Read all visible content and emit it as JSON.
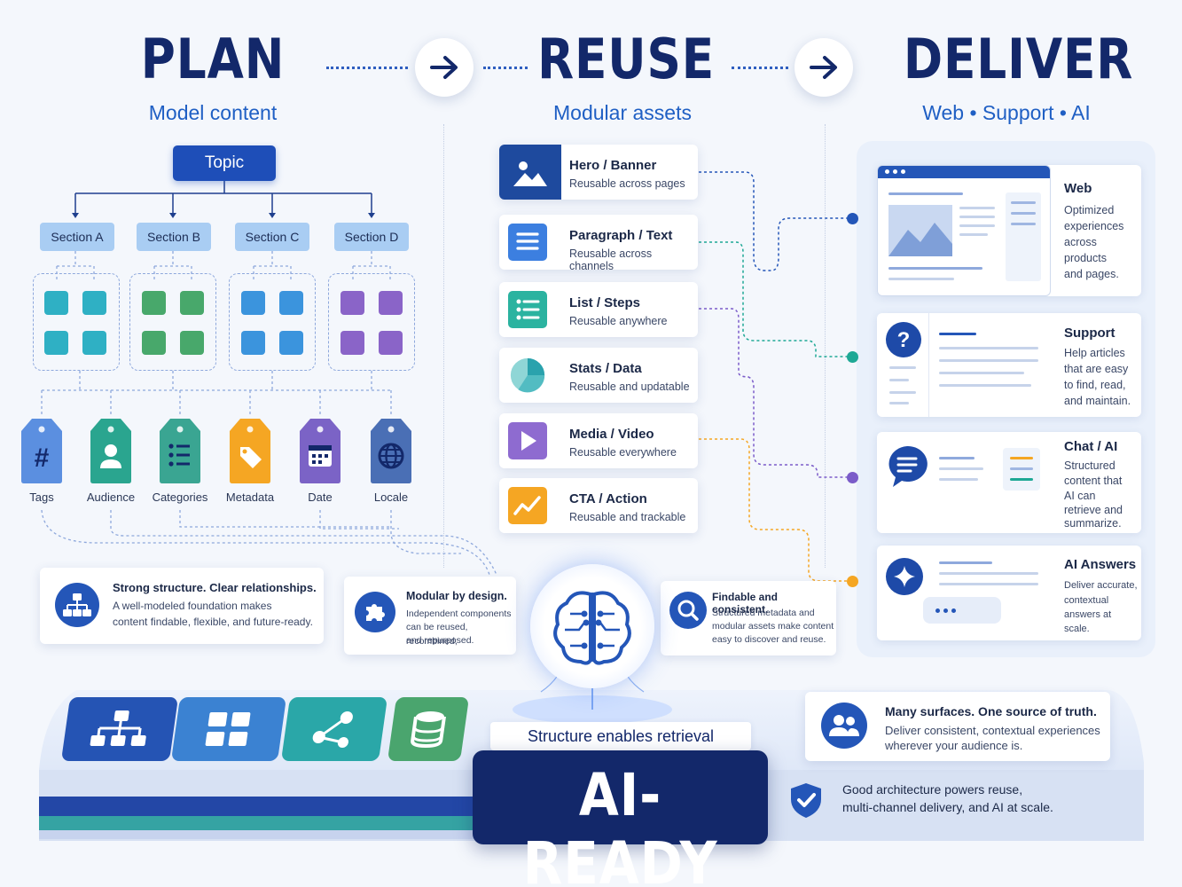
{
  "stages": {
    "plan": {
      "title": "PLAN",
      "subtitle": "Model content"
    },
    "reuse": {
      "title": "REUSE",
      "subtitle": "Modular assets"
    },
    "deliver": {
      "title": "DELIVER",
      "subtitle": "Web • Support • AI"
    }
  },
  "plan": {
    "topic": "Topic",
    "sections": [
      "Section A",
      "Section B",
      "Section C",
      "Section D"
    ],
    "tags": [
      {
        "label": "Tags",
        "color": "#5b8fe0",
        "icon": "hash-icon"
      },
      {
        "label": "Audience",
        "color": "#2aa58f",
        "icon": "person-icon"
      },
      {
        "label": "Categories",
        "color": "#3aa592",
        "icon": "list-icon"
      },
      {
        "label": "Metadata",
        "color": "#f5a623",
        "icon": "price-tag-icon"
      },
      {
        "label": "Date",
        "color": "#7b63c6",
        "icon": "calendar-icon"
      },
      {
        "label": "Locale",
        "color": "#4a6fb5",
        "icon": "globe-icon"
      }
    ],
    "cluster_colors": [
      "#2fb0c4",
      "#48a86b",
      "#3b94dd",
      "#8a64c8"
    ],
    "info_cards": [
      {
        "title": "Strong structure. Clear relationships.",
        "text": [
          "A well-modeled foundation makes",
          "content findable, flexible, and future-ready."
        ]
      },
      {
        "title": "Modular by design.",
        "text": [
          "Independent components",
          "can be reused, recombined,",
          "and repurposed."
        ]
      },
      {
        "title": "Findable and consistent.",
        "text": [
          "Structured metadata and",
          "modular assets make content",
          "easy to discover and reuse."
        ]
      }
    ]
  },
  "reuse": {
    "assets": [
      {
        "title": "Hero / Banner",
        "sub": "Reusable across pages",
        "icon": "image-icon",
        "color": "#1e4a9e"
      },
      {
        "title": "Paragraph / Text",
        "sub": "Reusable across channels",
        "icon": "text-icon",
        "color": "#3c7fe0"
      },
      {
        "title": "List / Steps",
        "sub": "Reusable anywhere",
        "icon": "list-icon",
        "color": "#2bb3a0"
      },
      {
        "title": "Stats / Data",
        "sub": "Reusable and updatable",
        "icon": "pie-chart-icon",
        "color": "#2fa6b0"
      },
      {
        "title": "Media / Video",
        "sub": "Reusable everywhere",
        "icon": "play-icon",
        "color": "#8e6bd0"
      },
      {
        "title": "CTA / Action",
        "sub": "Reusable and trackable",
        "icon": "trend-icon",
        "color": "#f5a623"
      }
    ]
  },
  "deliver": {
    "channels": [
      {
        "title": "Web",
        "text": [
          "Optimized",
          "experiences",
          "across",
          "products",
          "and pages."
        ],
        "node_color": "#2456b8"
      },
      {
        "title": "Support",
        "text": [
          "Help articles",
          "that are easy",
          "to find, read,",
          "and maintain."
        ],
        "node_color": "#1ea895"
      },
      {
        "title": "Chat / AI",
        "text": [
          "Structured",
          "content that",
          "AI can",
          "retrieve and",
          "summarize."
        ],
        "node_color": "#7b5cc9"
      },
      {
        "title": "AI Answers",
        "text": [
          "Deliver accurate,",
          "contextual",
          "answers at",
          "scale."
        ],
        "node_color": "#f5a623"
      }
    ]
  },
  "bottom": {
    "retrieval": "Structure enables retrieval",
    "ai_ready": "AI-READY",
    "surfaces_title": "Many surfaces. One source of truth.",
    "surfaces_text": [
      "Deliver consistent, contextual experiences",
      "wherever your audience is."
    ],
    "architecture_text": [
      "Good architecture powers reuse,",
      "multi-channel delivery, and AI at scale."
    ],
    "tile_colors": [
      "#2554b4",
      "#3b82d2",
      "#2aa7a8",
      "#4aa56e"
    ]
  }
}
